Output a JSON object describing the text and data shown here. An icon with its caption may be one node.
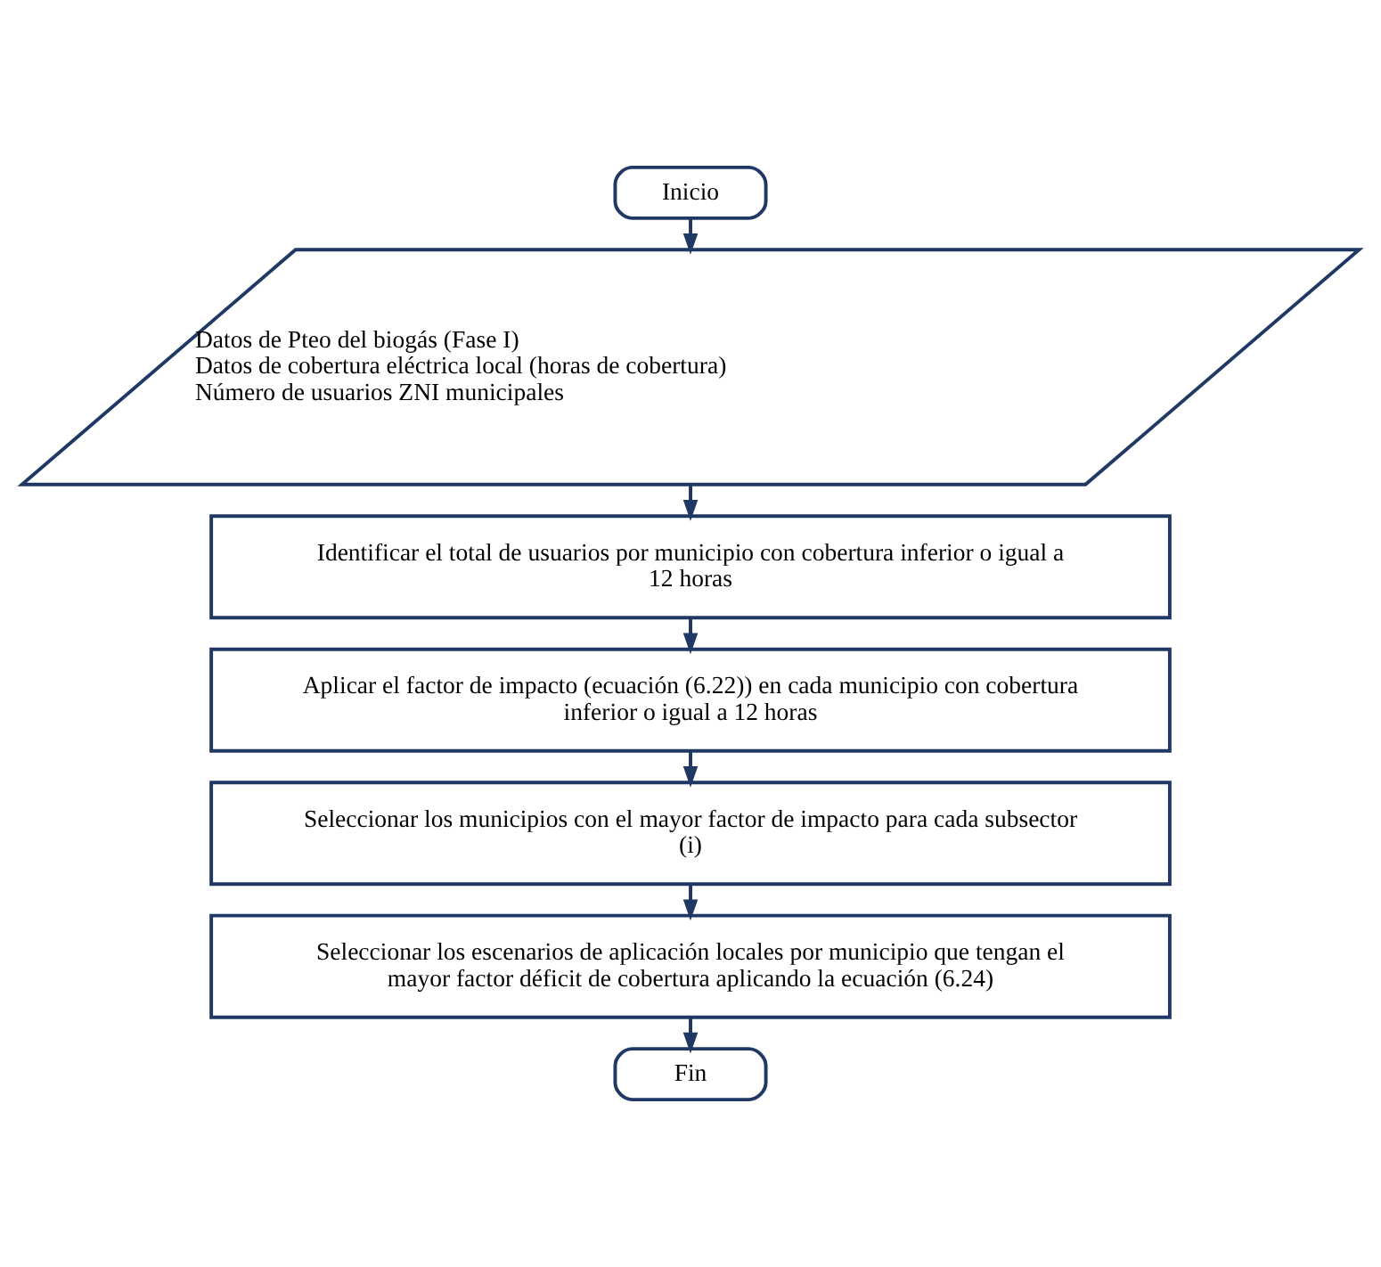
{
  "diagram": {
    "nodes": [
      {
        "text": [
          "Inicio"
        ]
      },
      {
        "text": [
          "Datos de Pteo del biogás (Fase I)",
          "Datos de cobertura eléctrica local (horas de cobertura)",
          "Número de usuarios ZNI municipales"
        ]
      },
      {
        "text": [
          "Identificar el total de usuarios por municipio con cobertura inferior o igual a 12 horas"
        ]
      },
      {
        "text": [
          "Aplicar el factor de impacto (ecuación (6.22)) en cada municipio con cobertura inferior o igual a 12 horas"
        ]
      },
      {
        "text": [
          "Seleccionar los municipios con el mayor factor de impacto para cada subsector (i)"
        ]
      },
      {
        "text": [
          "Seleccionar los escenarios de aplicación locales por municipio que tengan el mayor factor déficit de cobertura aplicando la ecuación (6.24)"
        ]
      },
      {
        "text": [
          "Fin"
        ]
      }
    ],
    "edges": [
      {
        "from": 0,
        "to": 1,
        "arrow": "to"
      },
      {
        "from": 1,
        "to": 2,
        "arrow": "to"
      },
      {
        "from": 2,
        "to": 3,
        "arrow": "to"
      },
      {
        "from": 3,
        "to": 4,
        "arrow": "to"
      },
      {
        "from": 4,
        "to": 5,
        "arrow": "to"
      },
      {
        "from": 5,
        "to": 6,
        "arrow": "to"
      }
    ]
  }
}
